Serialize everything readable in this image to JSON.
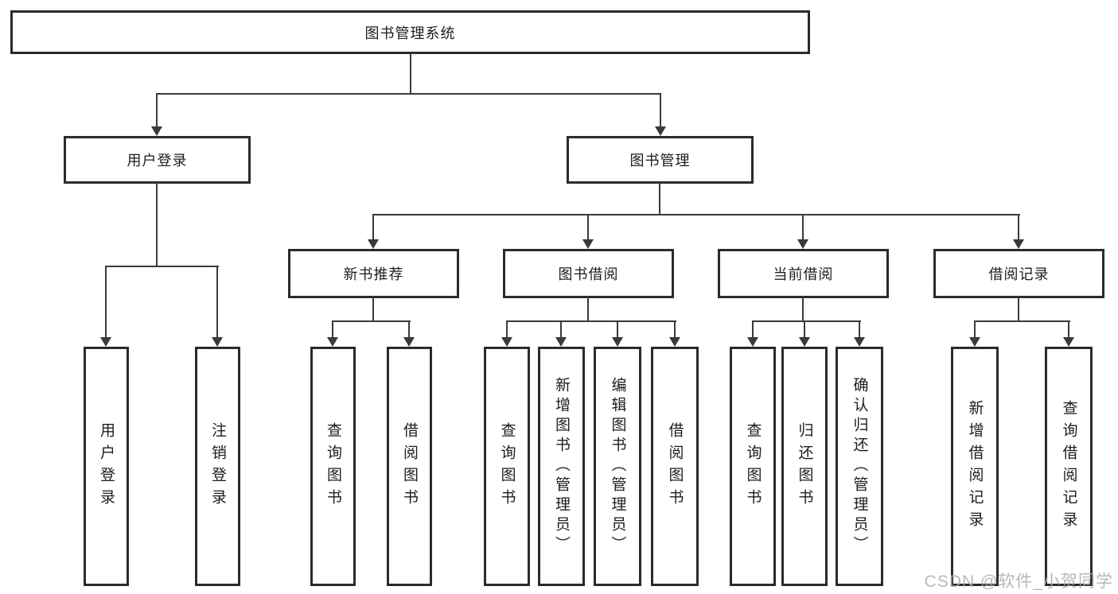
{
  "colors": {
    "background": "#ffffff",
    "box_fill": "#ffffff",
    "box_border": "#2b2b2b",
    "line": "#3a3a3a",
    "text": "#1d1d1f",
    "watermark": "#a9acb1"
  },
  "nodes": {
    "root": "图书管理系统",
    "user_login": "用户登录",
    "book_mgmt": "图书管理",
    "new_book_rec": "新书推荐",
    "book_borrow": "图书借阅",
    "current_borrow": "当前借阅",
    "borrow_records": "借阅记录",
    "leaf_user_login": "用户登录",
    "leaf_logout": "注销登录",
    "leaf_rec_query_book": "查询图书",
    "leaf_rec_borrow_book": "借阅图书",
    "leaf_bb_query_book": "查询图书",
    "leaf_bb_add_book": "新增图书（管理员）",
    "leaf_bb_edit_book": "编辑图书（管理员）",
    "leaf_bb_borrow_book": "借阅图书",
    "leaf_cb_query_book": "查询图书",
    "leaf_cb_return_book": "归还图书",
    "leaf_cb_confirm_return": "确认归还（管理员）",
    "leaf_br_add_record": "新增借阅记录",
    "leaf_br_query_record": "查询借阅记录"
  },
  "watermark": "CSDN @软件_小贺同学"
}
